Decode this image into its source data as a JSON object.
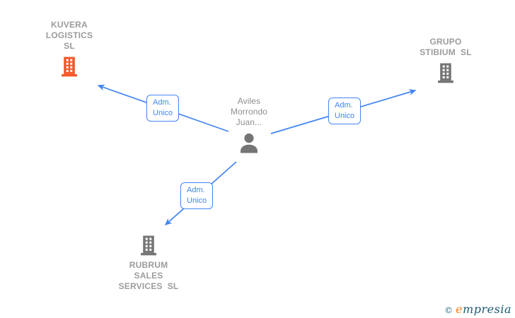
{
  "diagram": {
    "person": {
      "name": "Aviles\nMorrondo\nJuan...",
      "icon": "person-icon"
    },
    "companies": [
      {
        "id": "kuvera",
        "name": "KUVERA\nLOGISTICS\nSL",
        "icon": "building-icon",
        "highlighted": true,
        "icon_color": "#f4582a"
      },
      {
        "id": "grupo-stibium",
        "name": "GRUPO\nSTIBIUM  SL",
        "icon": "building-icon",
        "highlighted": false,
        "icon_color": "#757575"
      },
      {
        "id": "rubrum",
        "name": "RUBRUM\nSALES\nSERVICES  SL",
        "icon": "building-icon",
        "highlighted": false,
        "icon_color": "#757575"
      }
    ],
    "edges": [
      {
        "from": "person",
        "to": "kuvera",
        "label": "Adm.\nUnico"
      },
      {
        "from": "person",
        "to": "grupo-stibium",
        "label": "Adm.\nUnico"
      },
      {
        "from": "person",
        "to": "rubrum",
        "label": "Adm.\nUnico"
      }
    ],
    "colors": {
      "edge_blue": "#4285f4",
      "company_text_gray": "#9c9c9c",
      "person_text_gray": "#8f8f8f",
      "building_gray": "#757575",
      "building_orange": "#f4582a"
    }
  },
  "footer": {
    "copyright": "©",
    "brand_initial": "e",
    "brand_rest": "mpresia"
  }
}
